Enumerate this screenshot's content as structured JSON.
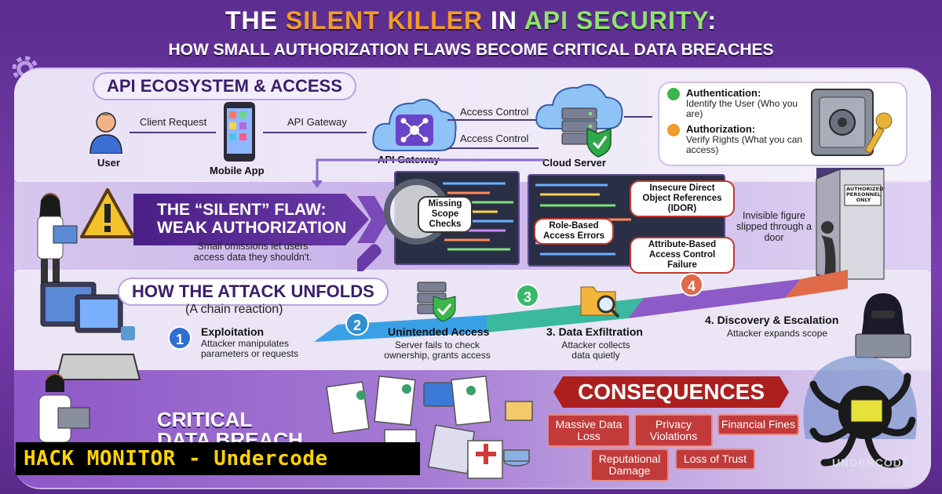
{
  "title": {
    "part1": "THE ",
    "part2": "SILENT KILLER",
    "part3": " IN ",
    "part4": "API SECURITY",
    "part5": ":"
  },
  "subtitle": "HOW SMALL AUTHORIZATION FLAWS BECOME CRITICAL DATA BREACHES",
  "ecosystem": {
    "heading": "API ECOSYSTEM & ACCESS",
    "user": "User",
    "client_request": "Client Request",
    "mobile_app": "Mobile App",
    "api_gateway_arrow": "API Gateway",
    "api_gateway": "API Gateway",
    "access_control_1": "Access Control",
    "access_control_2": "Access Control",
    "cloud_server": "Cloud Server",
    "authentication_title": "Authentication:",
    "authentication_desc": "Identify the User (Who you are)",
    "authorization_title": "Authorization:",
    "authorization_desc": "Verify Rights (What you can access)"
  },
  "flaw": {
    "heading_line1": "THE “SILENT” FLAW:",
    "heading_line2": "WEAK AUTHORIZATION",
    "desc": "Small omissions let users access data they shouldn't.",
    "magnifier": "Missing Scope Checks",
    "idor": "Insecure Direct Object References (IDOR)",
    "rbac": "Role-Based Access Errors",
    "abac": "Attribute-Based Access Control Failure",
    "door_sign": "AUTHORIZED PERSONNEL ONLY",
    "figure": "Invisible figure slipped through a door"
  },
  "attack": {
    "heading": "HOW THE ATTACK UNFOLDS",
    "sub": "(A chain reaction)",
    "steps": [
      {
        "num": "1",
        "title": "Exploitation",
        "desc": "Attacker manipulates parameters or requests"
      },
      {
        "num": "2",
        "title": "Unintended Access",
        "desc": "Server fails to check ownership, grants access"
      },
      {
        "num": "3",
        "title": "3. Data Exfiltration",
        "desc": "Attacker collects data quietly"
      },
      {
        "num": "4",
        "title": "4. Discovery & Escalation",
        "desc": "Attacker expands scope"
      }
    ]
  },
  "breach": {
    "line1": "CRITICAL",
    "line2": "DATA BREACH"
  },
  "consequences": {
    "heading": "CONSEQUENCES",
    "items": [
      "Massive Data Loss",
      "Privacy Violations",
      "Financial Fines",
      "Reputational Damage",
      "Loss of Trust"
    ]
  },
  "watermark": "HACK MONITOR - Undercode",
  "logo": "UNDERCODE",
  "colors": {
    "accent": "#f39a2c",
    "green": "#8fe36a",
    "danger": "#ad1f1f",
    "purple": "#4b1f86"
  }
}
